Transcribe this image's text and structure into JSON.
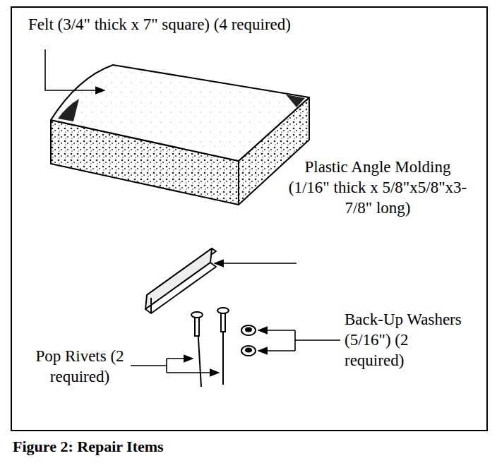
{
  "diagram": {
    "caption": "Figure 2: Repair Items",
    "labels": [
      "Felt (3/4\" thick x 7\" square) (4 required)",
      "Plastic Angle Molding (1/16\" thick x 5/8\"x5/8\"x3-7/8\" long)",
      "Pop Rivets (2 required)",
      "Back-Up Washers (5/16\") (2 required)"
    ]
  }
}
